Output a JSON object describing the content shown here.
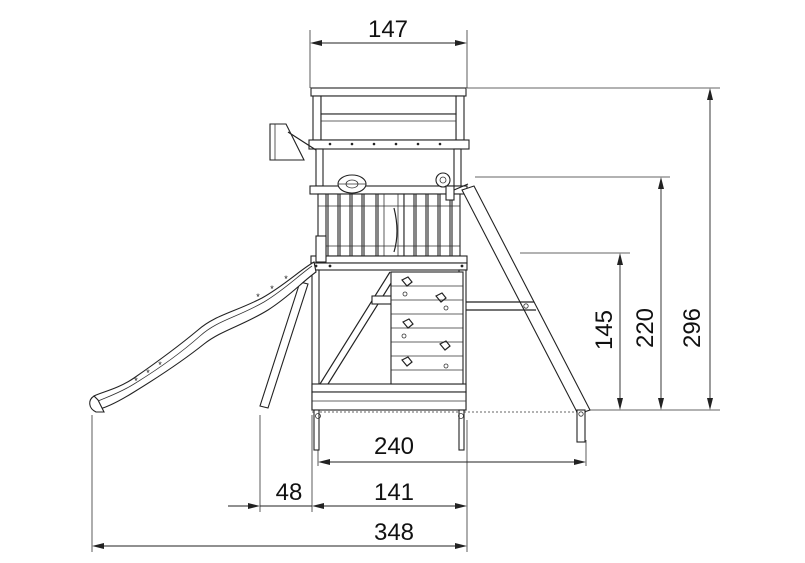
{
  "dimensions": {
    "top_width": "147",
    "height_total": "296",
    "height_deck": "220",
    "height_mid": "145",
    "base_width": "240",
    "slide_offset": "48",
    "frame_width": "141",
    "overall_width": "348"
  },
  "colors": {
    "line": "#222222",
    "background": "#ffffff"
  }
}
